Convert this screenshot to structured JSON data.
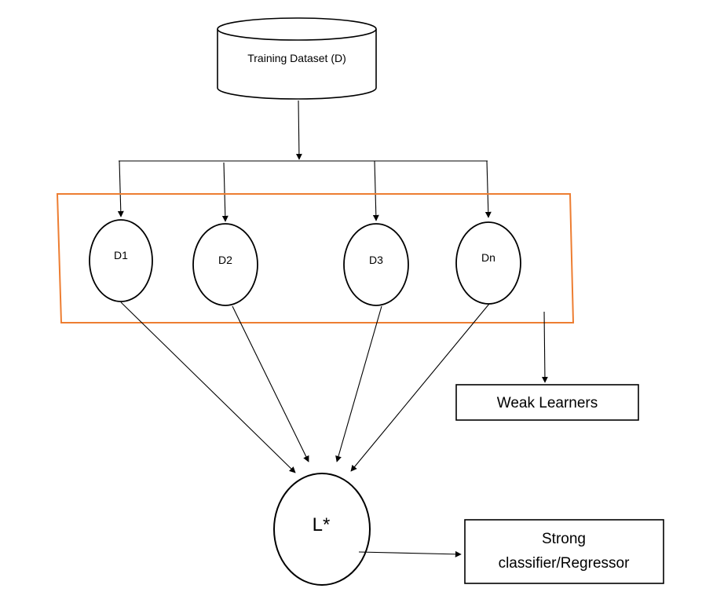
{
  "dataset": {
    "label": "Training Dataset (D)"
  },
  "subsets": [
    {
      "label": "D1"
    },
    {
      "label": "D2"
    },
    {
      "label": "D3"
    },
    {
      "label": "Dn"
    }
  ],
  "weak_learners": {
    "label": "Weak Learners"
  },
  "combined": {
    "label": "L*"
  },
  "output": {
    "line1": "Strong",
    "line2": "classifier/Regressor"
  },
  "colors": {
    "group_border": "#ED7D31",
    "lines": "#000000"
  }
}
